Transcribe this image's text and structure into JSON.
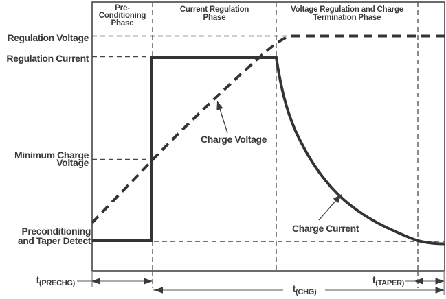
{
  "colors": {
    "ink": "#3a3a3c",
    "curve_stroke": "#343437",
    "dashed_grid": "#55555a",
    "arrow_line_gray": "#909094",
    "background": "#ffffff"
  },
  "phases": {
    "pre_line1": "Pre-",
    "pre_line2": "Conditioning",
    "pre_line3": "Phase",
    "current_line1": "Current Regulation",
    "current_line2": "Phase",
    "voltage_line1": "Voltage Regulation and Charge",
    "voltage_line2": "Termination Phase"
  },
  "levels": {
    "regulation_voltage": "Regulation Voltage",
    "regulation_current": "Regulation Current",
    "minimum_charge_line1": "Minimum Charge",
    "minimum_charge_line2": "Voltage",
    "precondition_line1": "Preconditioning",
    "precondition_line2": "and Taper Detect"
  },
  "curves": {
    "charge_voltage_label": "Charge Voltage",
    "charge_current_label": "Charge Current"
  },
  "timing": {
    "prechg_symbol": "t",
    "prechg_subscript": "(PRECHG)",
    "chg_symbol": "t",
    "chg_subscript": "(CHG)",
    "taper_symbol": "t",
    "taper_subscript": "(TAPER)"
  },
  "chart_data": {
    "type": "line",
    "title": "",
    "xlabel": "",
    "ylabel": "",
    "grid": "off",
    "phase_regions": [
      {
        "label": "Pre-Conditioning Phase",
        "interval": "t(PRECHG)"
      },
      {
        "label": "Current Regulation Phase"
      },
      {
        "label": "Voltage Regulation and Charge Termination Phase",
        "end_interval": "t(TAPER)"
      }
    ],
    "overall_interval": "t(CHG) spans Current Regulation Phase through Voltage Regulation and Charge Termination Phase",
    "y_reference_levels": [
      "Regulation Voltage",
      "Regulation Current",
      "Minimum Charge Voltage",
      "Preconditioning and Taper Detect"
    ],
    "series": [
      {
        "name": "Charge Voltage",
        "style": "dashed",
        "profile": [
          {
            "phase": "Pre-Conditioning Phase",
            "behavior": "rises from below Minimum Charge Voltage up to Minimum Charge Voltage"
          },
          {
            "phase": "Current Regulation Phase",
            "behavior": "rises from Minimum Charge Voltage to Regulation Voltage"
          },
          {
            "phase": "Voltage Regulation and Charge Termination Phase",
            "behavior": "constant at Regulation Voltage"
          }
        ]
      },
      {
        "name": "Charge Current",
        "style": "solid",
        "profile": [
          {
            "phase": "Pre-Conditioning Phase",
            "behavior": "constant at Preconditioning and Taper Detect level"
          },
          {
            "phase": "Current Regulation Phase",
            "behavior": "steps up to and holds Regulation Current"
          },
          {
            "phase": "Voltage Regulation and Charge Termination Phase",
            "behavior": "exponential taper down to Preconditioning and Taper Detect level"
          }
        ]
      }
    ]
  }
}
